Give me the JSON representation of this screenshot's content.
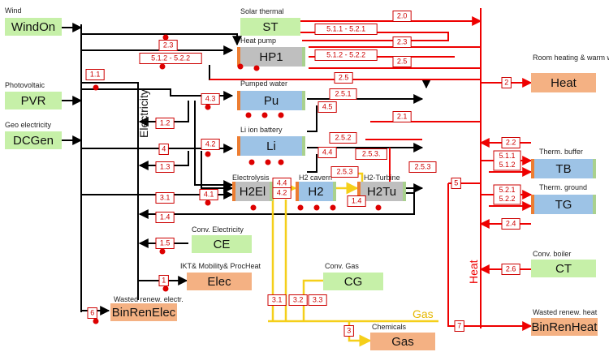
{
  "colors": {
    "black_flow": "#000000",
    "red_flow": "#ee0000",
    "gas_flow": "#f5cf1a",
    "green_box": "#c6f0a8",
    "orange_box": "#f4b183",
    "blue_box": "#9dc3e6",
    "gray_box": "#bfbfbf",
    "badge_border": "#cc0000"
  },
  "nodes": [
    {
      "id": "windon",
      "caption": "Wind",
      "label": "WindOn"
    },
    {
      "id": "pvr",
      "caption": "Photovoltaic",
      "label": "PVR"
    },
    {
      "id": "dcgen",
      "caption": "Geo electricity",
      "label": "DCGen"
    },
    {
      "id": "st",
      "caption": "Solar thermal",
      "label": "ST"
    },
    {
      "id": "hp1",
      "caption": "Heat pump",
      "label": "HP1"
    },
    {
      "id": "pu",
      "caption": "Pumped water",
      "label": "Pu"
    },
    {
      "id": "li",
      "caption": "Li ion battery",
      "label": "Li"
    },
    {
      "id": "h2el",
      "caption": "Electrolysis",
      "label": "H2El"
    },
    {
      "id": "h2",
      "caption": "H2 cavern",
      "label": "H2"
    },
    {
      "id": "h2tu",
      "caption": "H2-Turbine",
      "label": "H2Tu"
    },
    {
      "id": "ce",
      "caption": "Conv. Electricity",
      "label": "CE"
    },
    {
      "id": "elec",
      "caption": "IKT& Mobility& ProcHeat",
      "label": "Elec"
    },
    {
      "id": "binrenelec",
      "caption": "Wasted renew. electr.",
      "label": "BinRenElec"
    },
    {
      "id": "cg",
      "caption": "Conv. Gas",
      "label": "CG"
    },
    {
      "id": "gas",
      "caption": "Chemicals",
      "label": "Gas"
    },
    {
      "id": "heat",
      "caption": "Room heating & warm water",
      "label": "Heat"
    },
    {
      "id": "tb",
      "caption": "Therm. buffer",
      "label": "TB"
    },
    {
      "id": "tg",
      "caption": "Therm. ground",
      "label": "TG"
    },
    {
      "id": "ct",
      "caption": "Conv. boiler",
      "label": "CT"
    },
    {
      "id": "binrenheat",
      "caption": "Wasted renew. heat",
      "label": "BinRenHeat"
    }
  ],
  "bus_labels": {
    "electricity": "Electricity",
    "heat": "Heat",
    "gas": "Gas"
  },
  "flow_codes": [
    {
      "id": "c_23a",
      "text": "2.3"
    },
    {
      "id": "c_512_522a",
      "text": "5.1.2 - 5.2.2"
    },
    {
      "id": "c_11",
      "text": "1.1"
    },
    {
      "id": "c_43",
      "text": "4.3"
    },
    {
      "id": "c_12",
      "text": "1.2"
    },
    {
      "id": "c_42",
      "text": "4.2"
    },
    {
      "id": "c_4",
      "text": "4"
    },
    {
      "id": "c_13",
      "text": "1.3"
    },
    {
      "id": "c_41",
      "text": "4.1"
    },
    {
      "id": "c_31",
      "text": "3.1"
    },
    {
      "id": "c_14",
      "text": "1.4"
    },
    {
      "id": "c_15",
      "text": "1.5"
    },
    {
      "id": "c_1",
      "text": "1"
    },
    {
      "id": "c_6",
      "text": "6"
    },
    {
      "id": "c_20",
      "text": "2.0"
    },
    {
      "id": "c_511_521",
      "text": "5.1.1 - 5.2.1"
    },
    {
      "id": "c_23b",
      "text": "2.3"
    },
    {
      "id": "c_512_522b",
      "text": "5.1.2 - 5.2.2"
    },
    {
      "id": "c_25a",
      "text": "2.5"
    },
    {
      "id": "c_25b",
      "text": "2.5"
    },
    {
      "id": "c_251",
      "text": "2.5.1"
    },
    {
      "id": "c_45",
      "text": "4.5"
    },
    {
      "id": "c_21",
      "text": "2.1"
    },
    {
      "id": "c_252",
      "text": "2.5.2"
    },
    {
      "id": "c_44a",
      "text": "4.4"
    },
    {
      "id": "c_253a",
      "text": "2.5.3"
    },
    {
      "id": "c_253b",
      "text": "2.5.3."
    },
    {
      "id": "c_253c",
      "text": "2.5.3"
    },
    {
      "id": "c_44b",
      "text": "4.4"
    },
    {
      "id": "c_42b",
      "text": "4.2"
    },
    {
      "id": "c_14b",
      "text": "1.4"
    },
    {
      "id": "c_2",
      "text": "2"
    },
    {
      "id": "c_22",
      "text": "2.2"
    },
    {
      "id": "c_5",
      "text": "5"
    },
    {
      "id": "c_511_512",
      "text": "5.1.1\n5.1.2"
    },
    {
      "id": "c_521_522",
      "text": "5.2.1\n5.2.2"
    },
    {
      "id": "c_24",
      "text": "2.4"
    },
    {
      "id": "c_26",
      "text": "2.6"
    },
    {
      "id": "c_7",
      "text": "7"
    },
    {
      "id": "c_31g",
      "text": "3.1"
    },
    {
      "id": "c_32",
      "text": "3.2"
    },
    {
      "id": "c_33",
      "text": "3.3"
    },
    {
      "id": "c_3",
      "text": "3"
    }
  ]
}
